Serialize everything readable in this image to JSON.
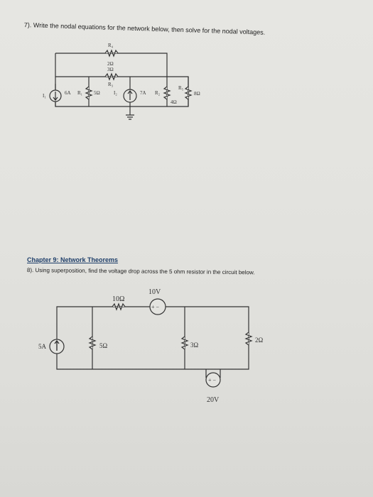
{
  "page": {
    "background": "#e3e3df",
    "text_color": "#222222",
    "heading_color": "#1f3f6a"
  },
  "q7": {
    "text": "7). Write the nodal equations for the network below, then solve for the nodal voltages.",
    "labels": {
      "r4": "R₄",
      "r4_val": "2Ω",
      "r3_val": "3Ω",
      "r3": "R₃",
      "i1": "I₁",
      "i1_val": "6A",
      "r1": "R₁",
      "r1_val": "5Ω",
      "i2": "I₂",
      "i2_val": "7A",
      "r2": "R₂",
      "r2_val": "4Ω",
      "r5": "R₅",
      "r5_val": "8Ω"
    }
  },
  "ch9": {
    "heading": "Chapter 9: Network Theorems",
    "q8": "8). Using superposition, find the voltage drop across the 5 ohm resistor in the circuit below.",
    "labels": {
      "r10": "10Ω",
      "v10": "10V",
      "src5a": "5A",
      "r5": "5Ω",
      "r3": "3Ω",
      "r2": "2Ω",
      "v20": "20V"
    }
  }
}
